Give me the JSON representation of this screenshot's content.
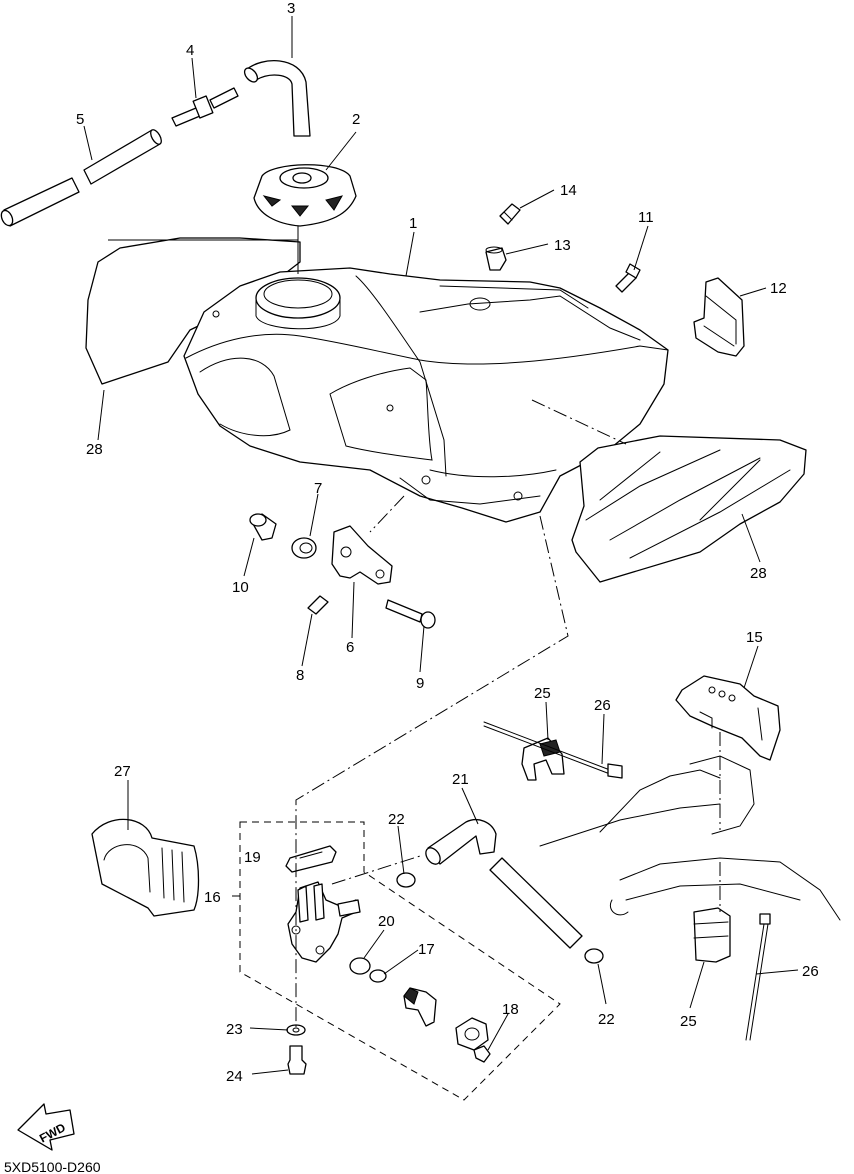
{
  "callouts": {
    "c1": "1",
    "c2": "2",
    "c3": "3",
    "c4": "4",
    "c5": "5",
    "c6": "6",
    "c7": "7",
    "c8": "8",
    "c9": "9",
    "c10": "10",
    "c11": "11",
    "c12": "12",
    "c13": "13",
    "c14": "14",
    "c15": "15",
    "c16": "16",
    "c17": "17",
    "c18": "18",
    "c19": "19",
    "c20": "20",
    "c21": "21",
    "c22a": "22",
    "c22b": "22",
    "c23": "23",
    "c24": "24",
    "c25a": "25",
    "c25b": "25",
    "c26a": "26",
    "c26b": "26",
    "c27": "27",
    "c28a": "28",
    "c28b": "28"
  },
  "fwd_label": "FWD",
  "diagram_code": "5XD5100-D260"
}
